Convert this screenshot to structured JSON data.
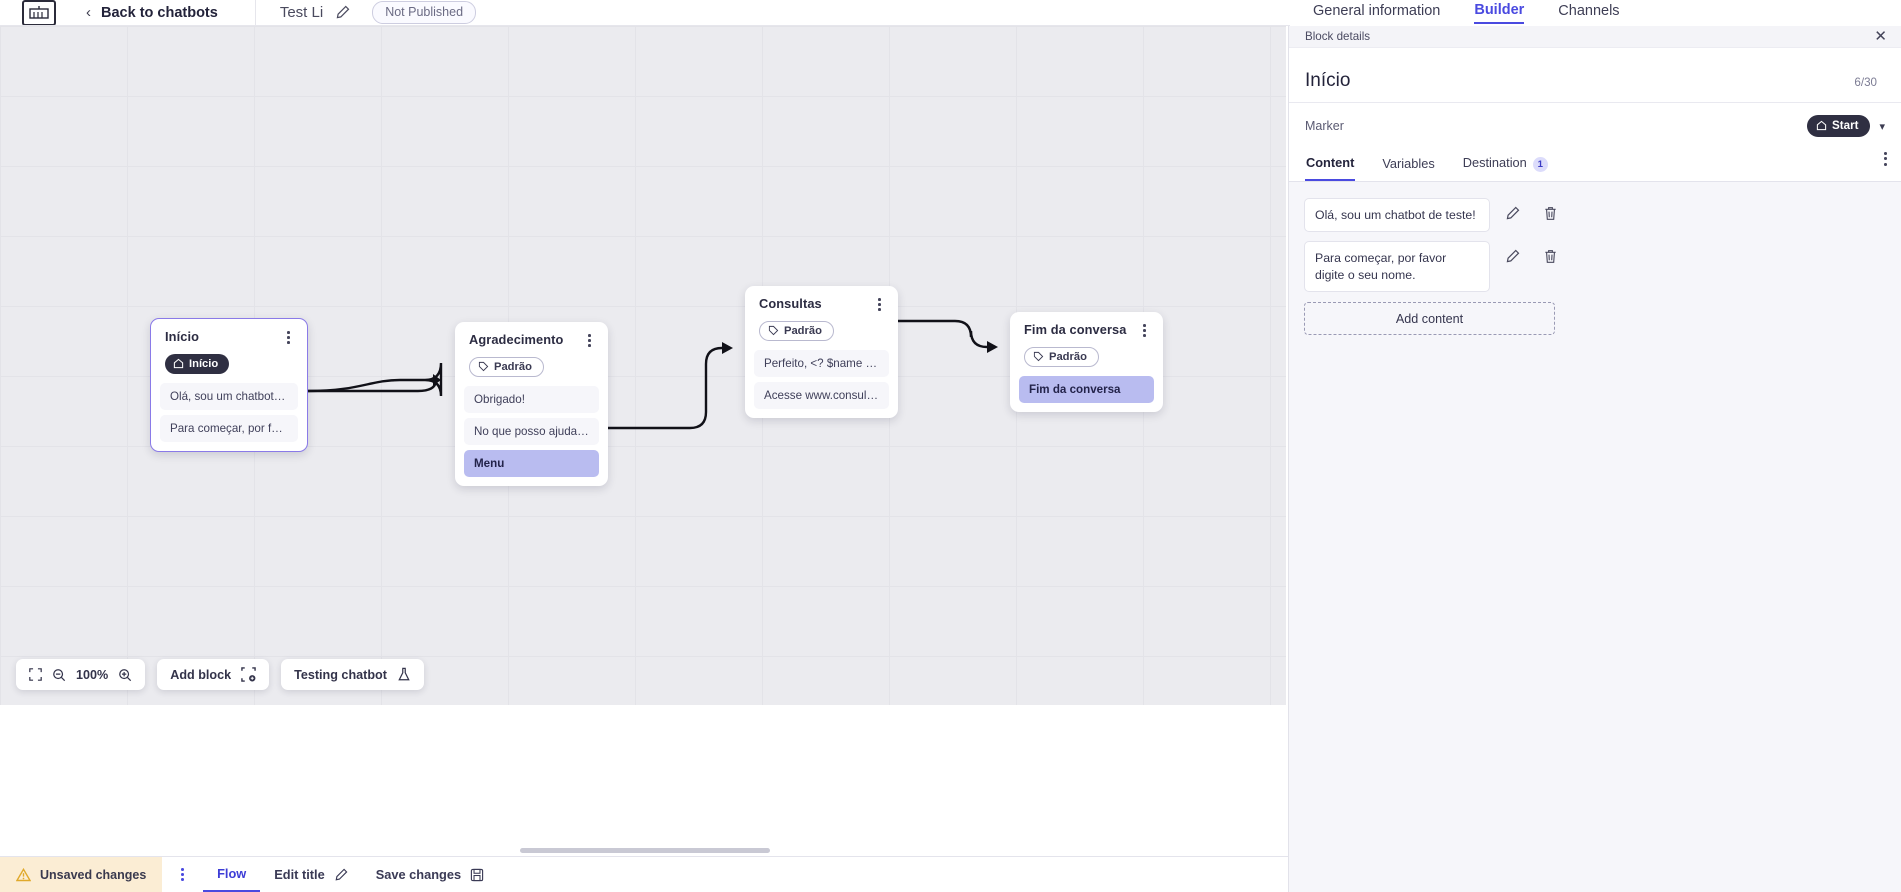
{
  "topbar": {
    "logo_icon": "brand-logo-icon",
    "back_chevron_icon": "chevron-left-icon",
    "back_label": "Back to chatbots",
    "bot_name": "Test Li",
    "edit_icon": "pencil-icon",
    "status_badge": "Not Published"
  },
  "main_tabs": [
    {
      "label": "General information",
      "active": false
    },
    {
      "label": "Builder",
      "active": true
    },
    {
      "label": "Channels",
      "active": false
    }
  ],
  "canvas": {
    "zoom_level": "100%",
    "fit_icon": "fit-screen-icon",
    "zoom_out_icon": "zoom-out-icon",
    "zoom_in_icon": "zoom-in-icon",
    "add_block_label": "Add block",
    "add_block_icon": "add-block-icon",
    "testing_label": "Testing chatbot",
    "testing_icon": "flask-icon",
    "nodes": [
      {
        "id": "inicio",
        "title": "Início",
        "badge": "Início",
        "badge_icon": "home-icon",
        "badge_type": "start",
        "selected": true,
        "rows": [
          {
            "text": "Olá, sou um chatbot de teste!",
            "accent": false
          },
          {
            "text": "Para começar, por favor digite o ...",
            "accent": false
          }
        ]
      },
      {
        "id": "agradecimento",
        "title": "Agradecimento",
        "badge": "Padrão",
        "badge_icon": "tag-icon",
        "badge_type": "default",
        "selected": false,
        "rows": [
          {
            "text": "Obrigado!",
            "accent": false
          },
          {
            "text": "No que posso ajudar, <? $name ...",
            "accent": false
          },
          {
            "text": "Menu",
            "accent": true
          }
        ]
      },
      {
        "id": "consultas",
        "title": "Consultas",
        "badge": "Padrão",
        "badge_icon": "tag-icon",
        "badge_type": "default",
        "selected": false,
        "rows": [
          {
            "text": "Perfeito, <? $name ?>!",
            "accent": false
          },
          {
            "text": "Acesse www.consultas.com par...",
            "accent": false
          }
        ]
      },
      {
        "id": "fim",
        "title": "Fim da conversa",
        "badge": "Padrão",
        "badge_icon": "tag-icon",
        "badge_type": "default",
        "selected": false,
        "rows": [
          {
            "text": "Fim da conversa",
            "accent": true
          }
        ]
      }
    ]
  },
  "panel": {
    "header_label": "Block details",
    "close_icon": "close-icon",
    "title": "Início",
    "count": "6/30",
    "marker_label": "Marker",
    "marker_value": "Start",
    "marker_icon": "home-icon",
    "marker_chevron_icon": "chevron-down-icon",
    "overflow_icon": "kebab-menu-icon",
    "tabs": [
      {
        "label": "Content",
        "active": true,
        "badge": ""
      },
      {
        "label": "Variables",
        "active": false,
        "badge": ""
      },
      {
        "label": "Destination",
        "active": false,
        "badge": "1"
      }
    ],
    "content_items": [
      {
        "text": "Olá, sou um chatbot de teste!",
        "edit_icon": "pencil-icon",
        "delete_icon": "trash-icon"
      },
      {
        "text": "Para começar, por favor digite o seu nome.",
        "edit_icon": "pencil-icon",
        "delete_icon": "trash-icon"
      }
    ],
    "add_content_label": "Add content"
  },
  "bottombar": {
    "unsaved_label": "Unsaved changes",
    "warning_icon": "warning-triangle-icon",
    "kebab_icon": "kebab-menu-icon",
    "flow_label": "Flow",
    "edit_title_label": "Edit title",
    "edit_title_icon": "pencil-icon",
    "save_label": "Save changes",
    "save_icon": "save-disk-icon"
  },
  "colors": {
    "accent": "#4a4ae0",
    "node_accent_row": "#b9bcf0",
    "selected_border": "#8a7ae8",
    "unsaved_bg": "#fbedd4",
    "dark_chip": "#2f2f42"
  }
}
